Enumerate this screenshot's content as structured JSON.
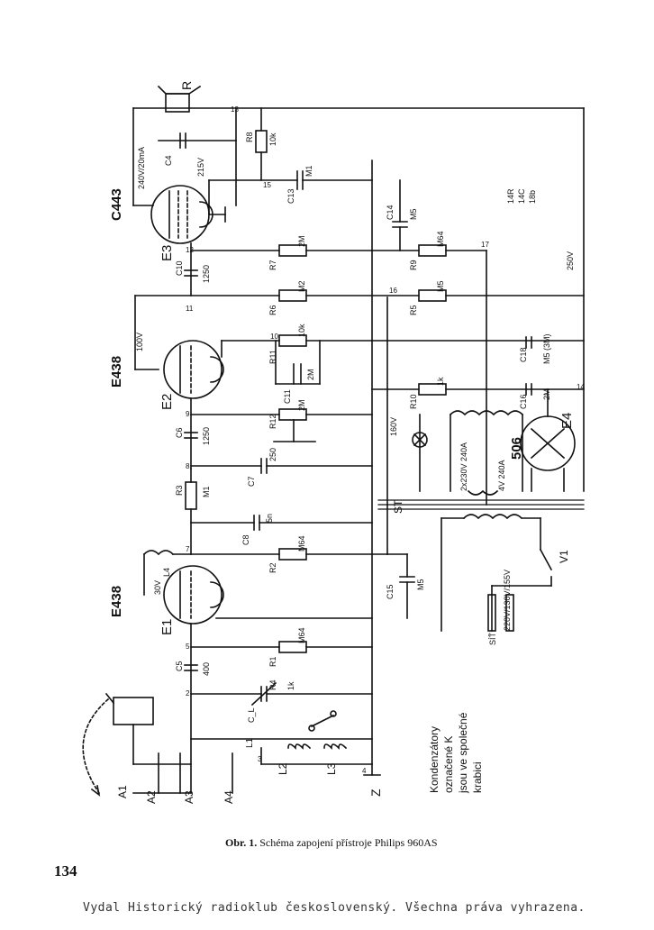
{
  "caption": {
    "bold": "Obr. 1.",
    "text": "Schéma zapojení přístroje Philips 960AS"
  },
  "page_number": "134",
  "footer": "Vydal Historický radioklub československý. Všechna práva vyhrazena.",
  "tubes": [
    {
      "title": "E438",
      "label": "E1"
    },
    {
      "title": "E438",
      "label": "E2"
    },
    {
      "title": "C443",
      "label": "E3"
    },
    {
      "title": "",
      "label": "E4"
    }
  ],
  "rectifier": "506",
  "labels": {
    "r1": "R1",
    "r1v": "M64",
    "r2": "R2",
    "r2v": "M64",
    "r3": "R3",
    "r3v": "M1",
    "r4": "R4",
    "r4v": "1k",
    "r5": "R5",
    "r5v": "M5",
    "r6": "R6",
    "r6v": "M2",
    "r7": "R7",
    "r7v": "2M",
    "r8": "R8",
    "r8v": "10k",
    "r9": "R9",
    "r9v": "M64",
    "r10": "R10",
    "r10v": "1k",
    "r11": "R11",
    "r11v": "10k",
    "r12": "R12",
    "r12v": "2M",
    "c5": "C5",
    "c5v": "400",
    "c6": "C6",
    "c6v": "1250",
    "c7": "C7",
    "c7v": "250",
    "c8": "C8",
    "c8v": "5n",
    "c10": "C10",
    "c10v": "1250",
    "c11": "C11",
    "c11v": "2M",
    "c13": "C13",
    "c13v": "M1",
    "c15": "C15",
    "c15v": "M5",
    "c16": "C16",
    "c16v": "2M",
    "c18": "C18",
    "c18v": "M5 (3M)",
    "c14": "C14",
    "c14v": "M5",
    "c4": "C4",
    "l4": "L4",
    "v1": "V1",
    "r": "R",
    "z": "Z",
    "st": "ST",
    "a1": "A1",
    "a2": "A2",
    "a3": "A3",
    "a4": "A4",
    "l1": "L1",
    "l2": "L2",
    "l3": "L3",
    "cl": "C_L",
    "bus_v": "160V",
    "b_250": "250V",
    "v_100": "100V",
    "v_30": "30V",
    "v_215": "215V",
    "v_240": "240V/20mA",
    "net": "220V/130V/155V",
    "sit": "SÍŤ",
    "trafo1": "2x230V 240A",
    "trafo2": "4V 240A",
    "b_note1": "14R",
    "b_note2": "14C",
    "b_note3": "18b",
    "node_2": "2",
    "node_5": "5",
    "node_7": "7",
    "node_8": "8",
    "node_9": "9",
    "node_11": "11",
    "node_12": "12",
    "node_13": "13",
    "node_15": "15",
    "node_10": "10",
    "node_16": "16",
    "node_17": "17",
    "node_3": "3",
    "node_4": "4",
    "node_14": "14"
  },
  "note": [
    "Kondenzátory",
    "označené K",
    "jsou ve společné",
    "krabici"
  ]
}
